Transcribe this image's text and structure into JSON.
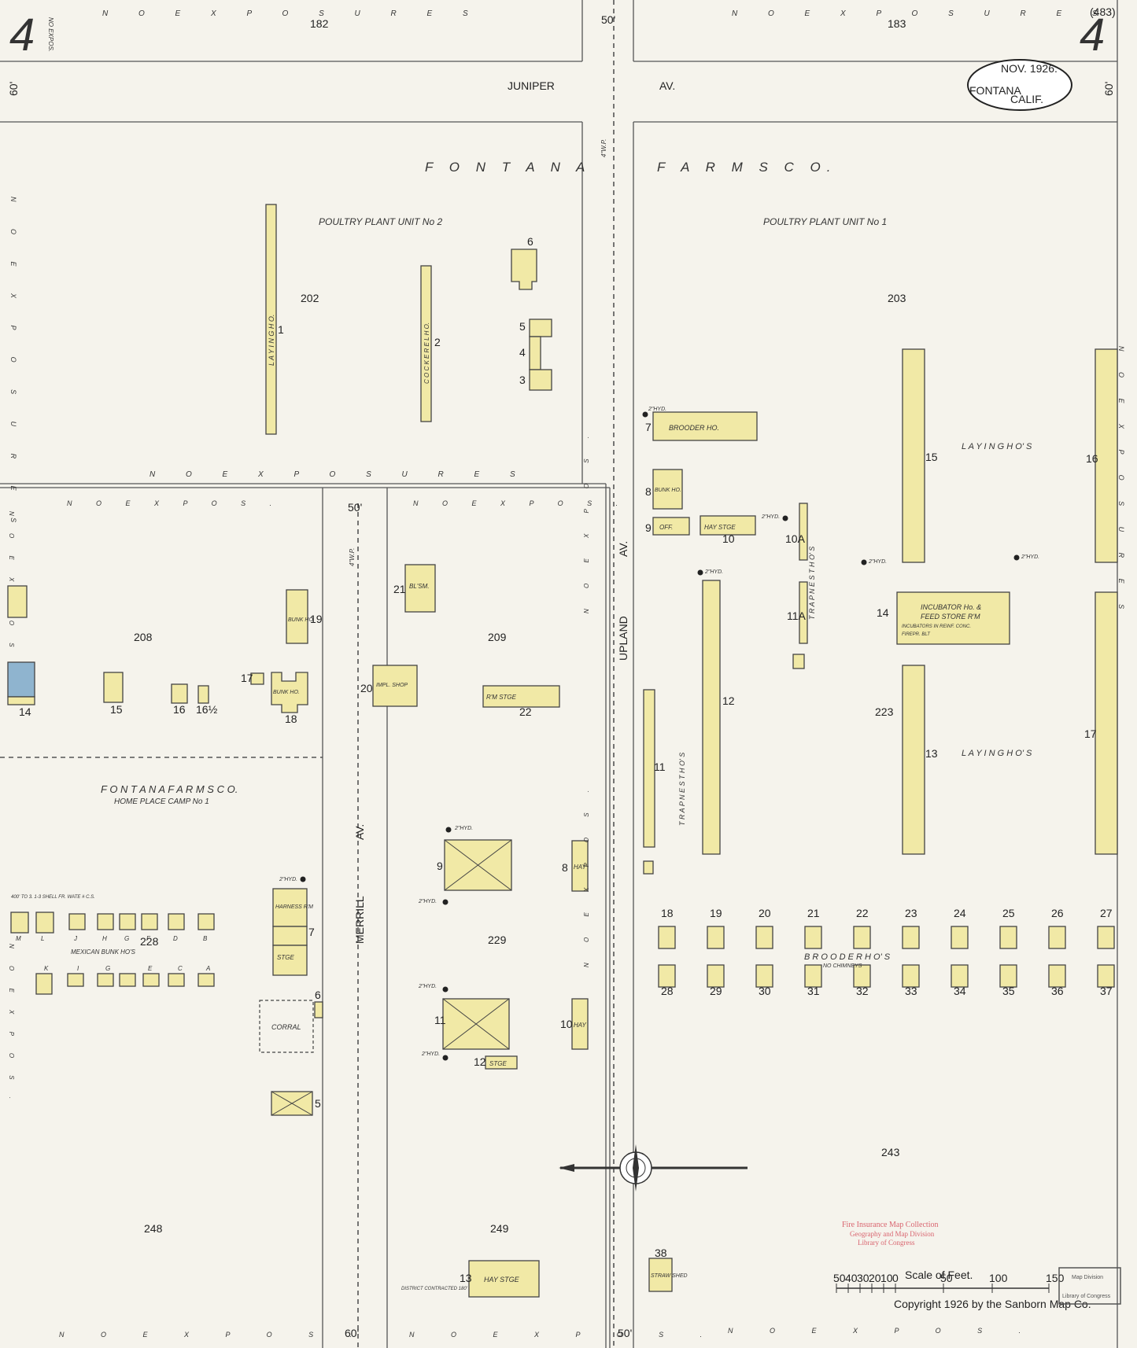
{
  "sheet": {
    "number_left": "4",
    "number_right": "4",
    "top_right_note": "(483)",
    "no_expos_top_left": "NO EXPOS."
  },
  "title_block": {
    "date": "NOV. 1926.",
    "city": "FONTANA",
    "state": "CALIF."
  },
  "streets": {
    "juniper": "JUNIPER",
    "av": "AV.",
    "upland": "UPLAND",
    "upland_av": "AV.",
    "merrill": "MERRILL",
    "merrill_av": "AV.",
    "width_50": "50'",
    "width_60": "60'",
    "pipe_4wp": "4\"W.P."
  },
  "exposures": {
    "no_exposures": "N O    E X P O S U R E S",
    "no_expos": "N O    E X P O S .",
    "no": "NO",
    "expos": "EXPOS."
  },
  "block_numbers": {
    "b182": "182",
    "b183": "183",
    "b202": "202",
    "b203": "203",
    "b208": "208",
    "b209": "209",
    "b223": "223",
    "b228": "228",
    "b229": "229",
    "b243": "243",
    "b248": "248",
    "b249": "249"
  },
  "labels": {
    "fontana": "F O N T A N A",
    "farms_co": "F A R M S    C O.",
    "unit2": "POULTRY    PLANT    UNIT  No 2",
    "unit1": "POULTRY    PLANT    UNIT   No 1",
    "laying_hos": "L A Y I N G    H O' S",
    "home_place_title": "F O N T A N A   F A R M S  C O.",
    "home_place_sub": "HOME PLACE CAMP No 1",
    "mexican_bunk": "MEXICAN    BUNK    HO'S",
    "brooder_hos": "B R O O D E R        H O' S",
    "no_chimneys": "NO   CHIMNEYS",
    "trap_nest": "T R A P   N E S T   H O' S",
    "trap_nest_ho": "T R A P   N E S T  H O' S",
    "laying_ho": "L A Y I N G   H O.",
    "cockerel_ho": "C O C K E R E L  H O.",
    "brooder_ho": "BROODER HO.",
    "bunk_ho": "BUNK HO.",
    "off": "OFF.",
    "hay_stge": "HAY STGE",
    "incubator": "INCUBATOR Ho. &",
    "feed_store": "FEED STORE R'M",
    "incubator_note": "INCUBATORS IN REINF. CONC.",
    "firepr": "FIREPR. BLT",
    "blsm": "BL'SM.",
    "impl_shop": "IMPL. SHOP",
    "rm_stge": "R'M    STGE",
    "harness_rm": "HARNESS R'M",
    "stge": "STGE",
    "corral": "CORRAL",
    "hay": "HAY",
    "straw_shed": "STRAW SHED",
    "hyd": "2\"HYD.",
    "well_note": "400' TO 3. 1-3 SHELL FR. WATE # C.S.",
    "district_note": "DISTRICT CONTRACTED 180'"
  },
  "scale": {
    "title": "Scale of Feet.",
    "ticks": [
      "50",
      "40",
      "30",
      "20",
      "10",
      "0",
      "50",
      "100",
      "150"
    ]
  },
  "copyright": "Copyright 1926 by the Sanborn Map Co.",
  "stamp": {
    "line1": "Fire Insurance Map Collection",
    "line2": "Geography and Map Division",
    "line3": "Library of Congress"
  },
  "stamp2": {
    "line1": "Map Division",
    "line2": "Library of Congress"
  },
  "colors": {
    "paper": "#f5f3ec",
    "frame": "#f1e9a6",
    "concrete": "#8fb4cf",
    "stamp": "#d9646f"
  }
}
